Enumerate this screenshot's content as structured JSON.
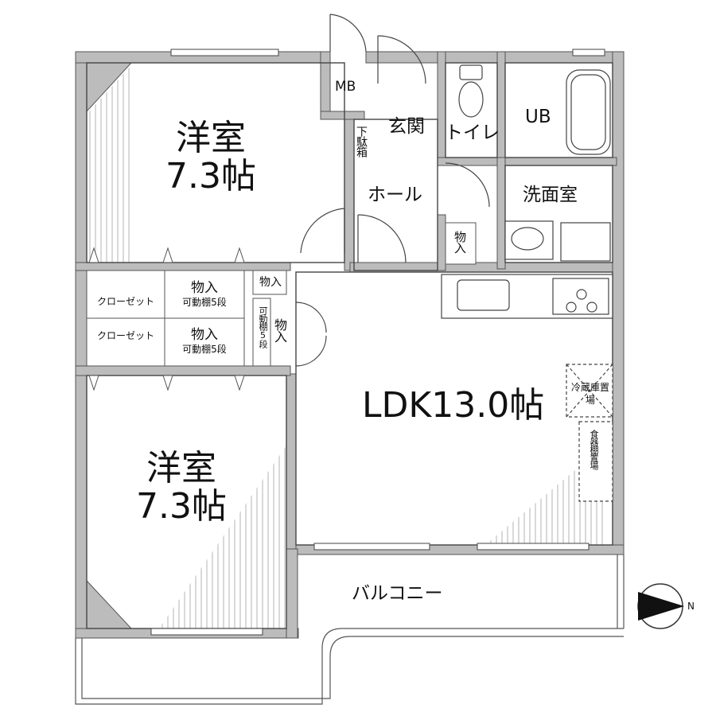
{
  "rooms": {
    "western_room_north": {
      "name": "洋室",
      "size": "7.3帖"
    },
    "western_room_south": {
      "name": "洋室",
      "size": "7.3帖"
    },
    "ldk": {
      "label": "LDK13.0帖"
    },
    "entrance": "玄関",
    "hall": "ホール",
    "toilet": "トイレ",
    "unit_bath": "UB",
    "washroom": "洗面室",
    "meter_box": "MB",
    "shoe_box": "下駄箱",
    "balcony": "バルコニー"
  },
  "storage": {
    "closet_north": "クローゼット",
    "closet_south": "クローゼット",
    "store_north": {
      "label": "物入",
      "note": "可動棚5段"
    },
    "store_south": {
      "label": "物入",
      "note": "可動棚5段"
    },
    "store_small": "物入",
    "store_vertical": {
      "label": "物入",
      "note": "可動棚5段"
    },
    "store_wash": "物入"
  },
  "kitchen": {
    "fridge_space": "冷蔵庫置場",
    "cupboard_space": "食器棚置場"
  },
  "compass": {
    "direction": "N"
  }
}
